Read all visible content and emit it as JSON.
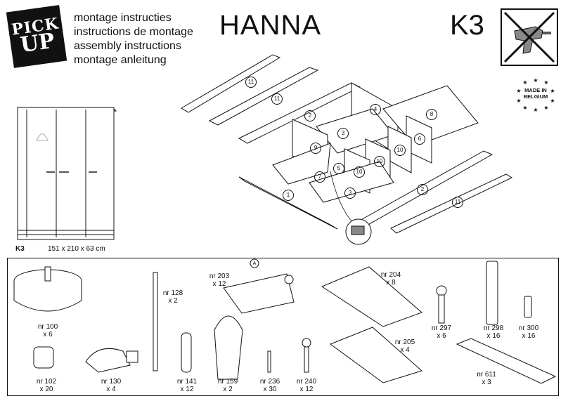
{
  "brand": {
    "logo_line1": "PICK",
    "logo_line2": "UP"
  },
  "languages": [
    "montage instructies",
    "instructions de montage",
    "assembly instructions",
    "montage anleitung"
  ],
  "product_title": "HANNA",
  "product_code": "K3",
  "badge": {
    "line1": "MADE IN",
    "line2": "BELGIUM"
  },
  "wardrobe": {
    "code": "K3",
    "dimensions": "151 x 210 x 63 cm"
  },
  "panels": [
    "11",
    "11",
    "2",
    "4",
    "8",
    "3",
    "6",
    "9",
    "10",
    "10",
    "5",
    "7",
    "10",
    "10",
    "3",
    "1",
    "2",
    "11"
  ],
  "hardware": [
    {
      "nr": "nr 100",
      "qty": "x 6"
    },
    {
      "nr": "nr 102",
      "qty": "x 20"
    },
    {
      "nr": "nr 130",
      "qty": "x 4"
    },
    {
      "nr": "nr 128",
      "qty": "x 2"
    },
    {
      "nr": "nr 141",
      "qty": "x 12"
    },
    {
      "nr": "nr 203",
      "qty": "x 12"
    },
    {
      "nr": "nr 159",
      "qty": "x 2"
    },
    {
      "nr": "nr 236",
      "qty": "x 30"
    },
    {
      "nr": "nr 240",
      "qty": "x 12"
    },
    {
      "nr": "nr 204",
      "qty": "x 8"
    },
    {
      "nr": "nr 205",
      "qty": "x 4"
    },
    {
      "nr": "nr 297",
      "qty": "x 6"
    },
    {
      "nr": "nr 298",
      "qty": "x 16"
    },
    {
      "nr": "nr 300",
      "qty": "x 16"
    },
    {
      "nr": "nr 611",
      "qty": "x 3"
    }
  ],
  "callout_letter": "A"
}
